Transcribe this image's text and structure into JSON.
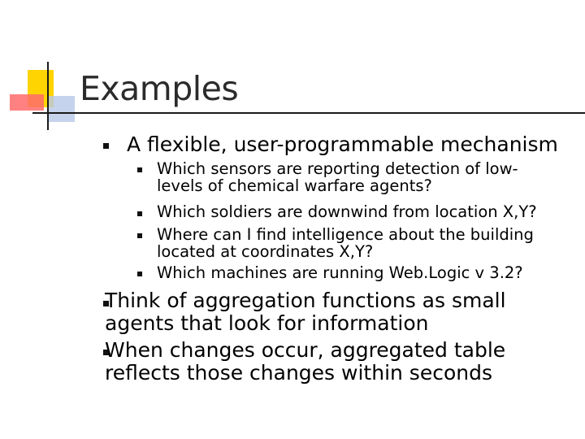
{
  "slide": {
    "title": "Examples",
    "bullets": [
      {
        "lines": [
          "A flexible, user-programmable mechanism"
        ],
        "sub_bullets": [
          {
            "lines": [
              "Which sensors are reporting detection of low-",
              "levels of chemical warfare agents?"
            ]
          },
          {
            "lines": [
              "Which soldiers are downwind from location X,Y?"
            ]
          },
          {
            "lines": [
              "Where can I find intelligence about the building",
              "located at coordinates X,Y?"
            ]
          },
          {
            "lines": [
              "Which machines are running Web.Logic v 3.2?"
            ]
          }
        ]
      },
      {
        "lines": [
          "Think of aggregation functions as small",
          "agents that look for information"
        ]
      },
      {
        "lines": [
          "When changes occur, aggregated table",
          "reflects those changes within seconds"
        ]
      }
    ]
  },
  "colors": {
    "title": "#2b2b2b",
    "bullet": "#111111",
    "logo_yellow": "#ffd400",
    "logo_red": "#ff6b6b",
    "logo_blue": "#b8c8e8"
  },
  "icons": {
    "bullet_marker": "square-bullet-icon"
  }
}
